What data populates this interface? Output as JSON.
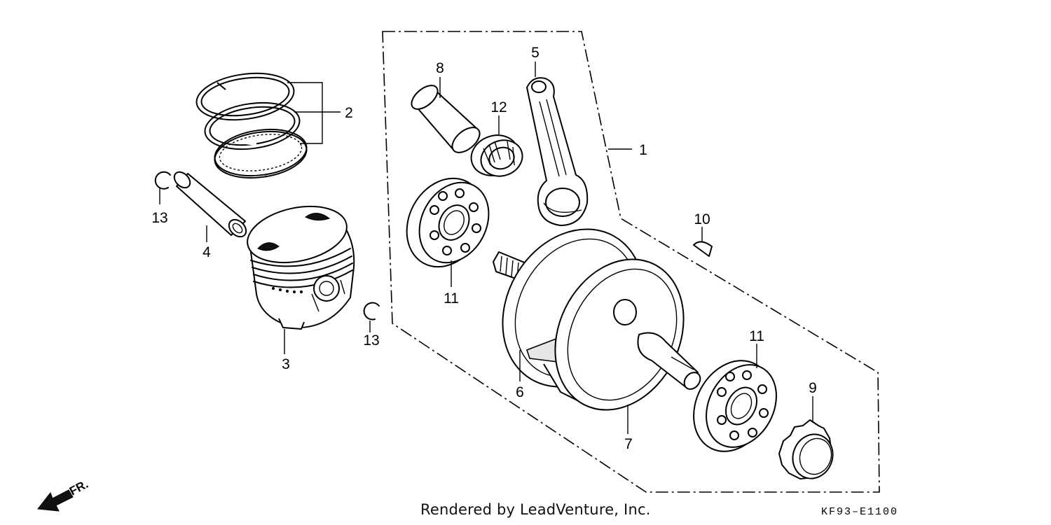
{
  "callouts": {
    "c1": "1",
    "c2": "2",
    "c3": "3",
    "c4": "4",
    "c5": "5",
    "c6": "6",
    "c7": "7",
    "c8": "8",
    "c9": "9",
    "c10": "10",
    "c11a": "11",
    "c11b": "11",
    "c12": "12",
    "c13a": "13",
    "c13b": "13"
  },
  "front_arrow_label": "FR.",
  "credit": "Rendered by LeadVenture, Inc.",
  "diagram_code": "KF93–E1100"
}
